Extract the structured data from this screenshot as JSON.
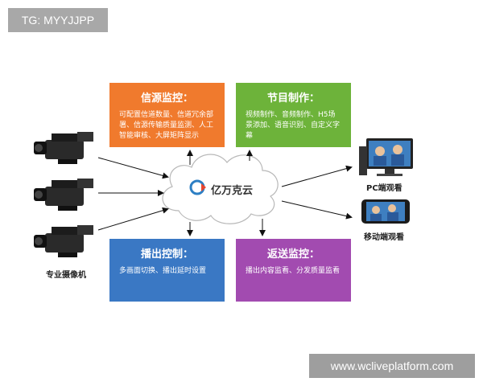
{
  "watermark_top": "TG: MYYJJPP",
  "watermark_bottom": "www.wcliveplatform.com",
  "cloud": {
    "label": "亿万克云"
  },
  "boxes": {
    "source": {
      "title": "信源监控：",
      "desc": "可配置信道数量、信道冗余部署、信源传输质量监测、人工智能审核、大屏矩阵显示"
    },
    "production": {
      "title": "节目制作：",
      "desc": "视频制作、音频制作、H5场景添加、语音识别、自定义字幕"
    },
    "broadcast": {
      "title": "播出控制：",
      "desc": "多画面切换、播出延时设置"
    },
    "return": {
      "title": "返送监控：",
      "desc": "播出内容监看、分发质量监看"
    }
  },
  "cameras": {
    "label": "专业摄像机"
  },
  "outputs": {
    "pc": "PC端观看",
    "mobile": "移动端观看"
  },
  "colors": {
    "source": "#f07a2d",
    "production": "#6db33a",
    "broadcast": "#3a78c4",
    "return": "#a24bb0",
    "logo": "#2d7fc4"
  }
}
